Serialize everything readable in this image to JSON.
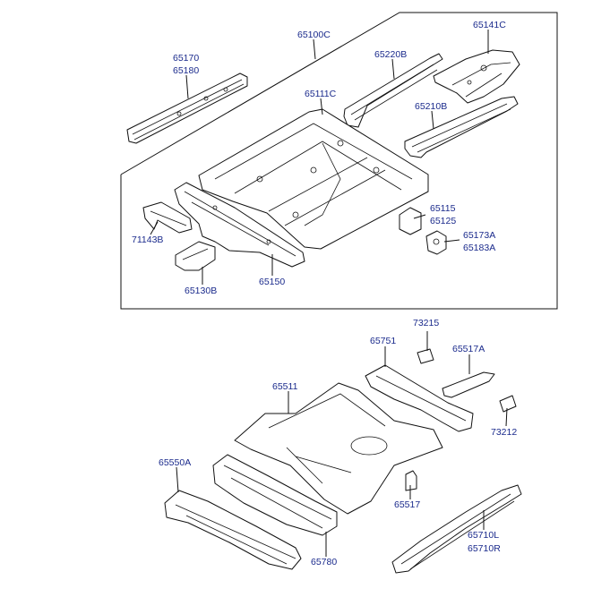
{
  "labels": {
    "p65100C": "65100C",
    "p65141C": "65141C",
    "p65170": "65170",
    "p65180": "65180",
    "p65220B": "65220B",
    "p65111C": "65111C",
    "p65210B": "65210B",
    "p65115": "65115",
    "p65125": "65125",
    "p65173A": "65173A",
    "p65183A": "65183A",
    "p71143B": "71143B",
    "p65130B": "65130B",
    "p65150": "65150",
    "p73215": "73215",
    "p65751": "65751",
    "p65517A": "65517A",
    "p65511": "65511",
    "p73212": "73212",
    "p65550A": "65550A",
    "p65517": "65517",
    "p65710L": "65710L",
    "p65710R": "65710R",
    "p65780": "65780"
  },
  "colors": {
    "label": "#1a2a8c",
    "line": "#111111"
  }
}
